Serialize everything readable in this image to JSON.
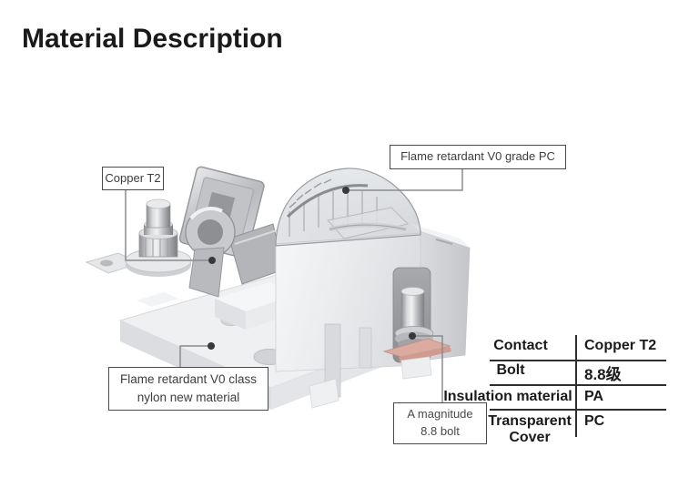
{
  "page": {
    "title": "Material Description"
  },
  "annotations": {
    "copper": {
      "label": "Copper T2"
    },
    "pc_cover": {
      "label": "Flame retardant V0 grade PC"
    },
    "nylon_base": {
      "line1": "Flame retardant V0 class",
      "line2": "nylon new material"
    },
    "bolt": {
      "line1": "A magnitude",
      "line2": "8.8 bolt"
    }
  },
  "spec_table": {
    "rows": [
      {
        "label": "Contact",
        "value": "Copper T2"
      },
      {
        "label": "Bolt",
        "value": "8.8级"
      },
      {
        "label": "Insulation material",
        "value": "PA"
      },
      {
        "label": "Transparent Cover",
        "value": "PC"
      }
    ]
  },
  "colors": {
    "title_text": "#1a1a1a",
    "table_line": "#2e2e2e",
    "annotation_border": "#4a4a4a",
    "leader_line": "#8a8b8e",
    "leader_dot": "#39393b",
    "body_white": "#eff0f2",
    "copper_pink": "#dcab9f",
    "copper_pink_dark": "#cf9a90"
  }
}
